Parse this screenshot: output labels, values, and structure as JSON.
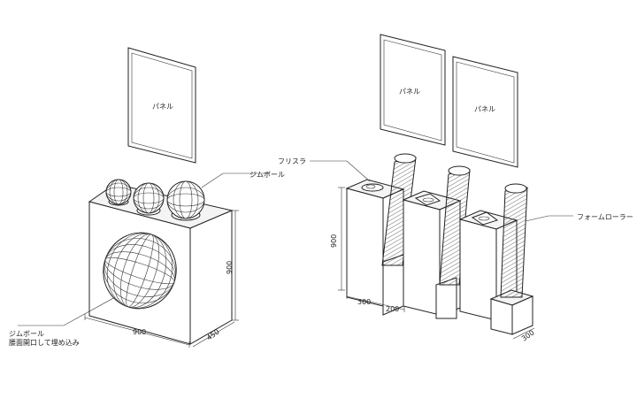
{
  "left": {
    "panel_label": "パネル",
    "gym_ball_label": "ジムボール",
    "embedded_note_line1": "ジムボール",
    "embedded_note_line2": "腰面開口して埋め込み",
    "dim_width": "900",
    "dim_depth": "450",
    "dim_height": "900"
  },
  "right": {
    "panel1_label": "パネル",
    "panel2_label": "パネル",
    "frisbee_label": "フリスラ",
    "foam_roller_label": "フォームローラー",
    "dim_height": "900",
    "dim_width_a": "300",
    "dim_width_b": "200",
    "dim_depth": "300"
  }
}
